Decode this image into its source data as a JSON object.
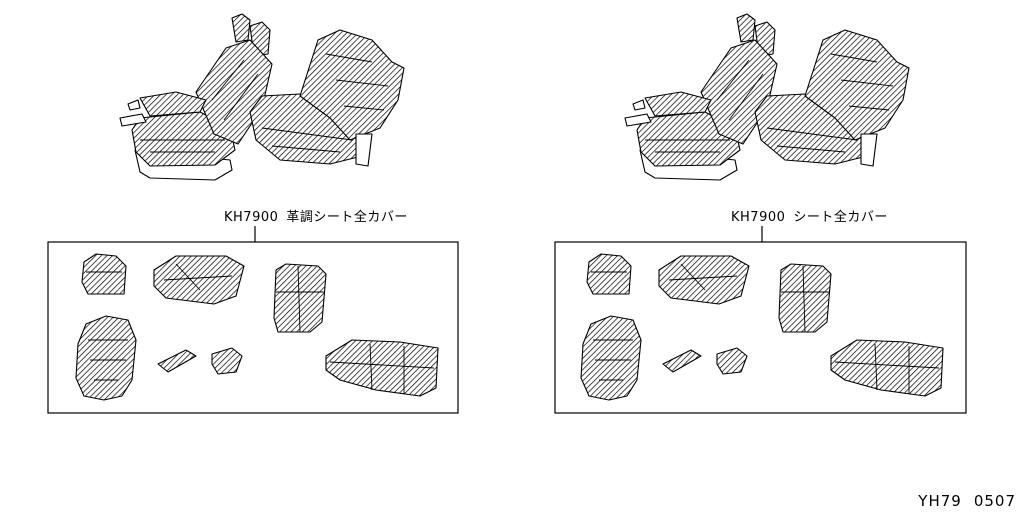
{
  "panels": [
    {
      "part_code": "KH7900",
      "description": "革調シート全カバー"
    },
    {
      "part_code": "KH7900",
      "description": "シート全カバー"
    }
  ],
  "footer": {
    "ref_code": "YH79",
    "ref_number": "0507"
  },
  "colors": {
    "line": "#000000",
    "background": "#ffffff"
  }
}
